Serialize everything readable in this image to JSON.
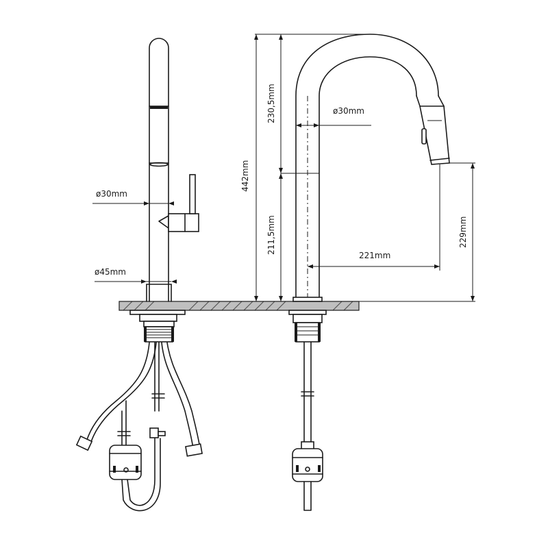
{
  "dimensions": {
    "side_spout_diameter": "ø30mm",
    "side_base_diameter": "ø45mm",
    "front_spout_diameter": "ø30mm",
    "total_height": "442mm",
    "upper_height": "230,5mm",
    "lower_height": "211,5mm",
    "reach": "221mm",
    "spout_clearance": "229mm"
  },
  "icons": {
    "side_view": "faucet-side-view",
    "front_view": "faucet-front-view"
  }
}
